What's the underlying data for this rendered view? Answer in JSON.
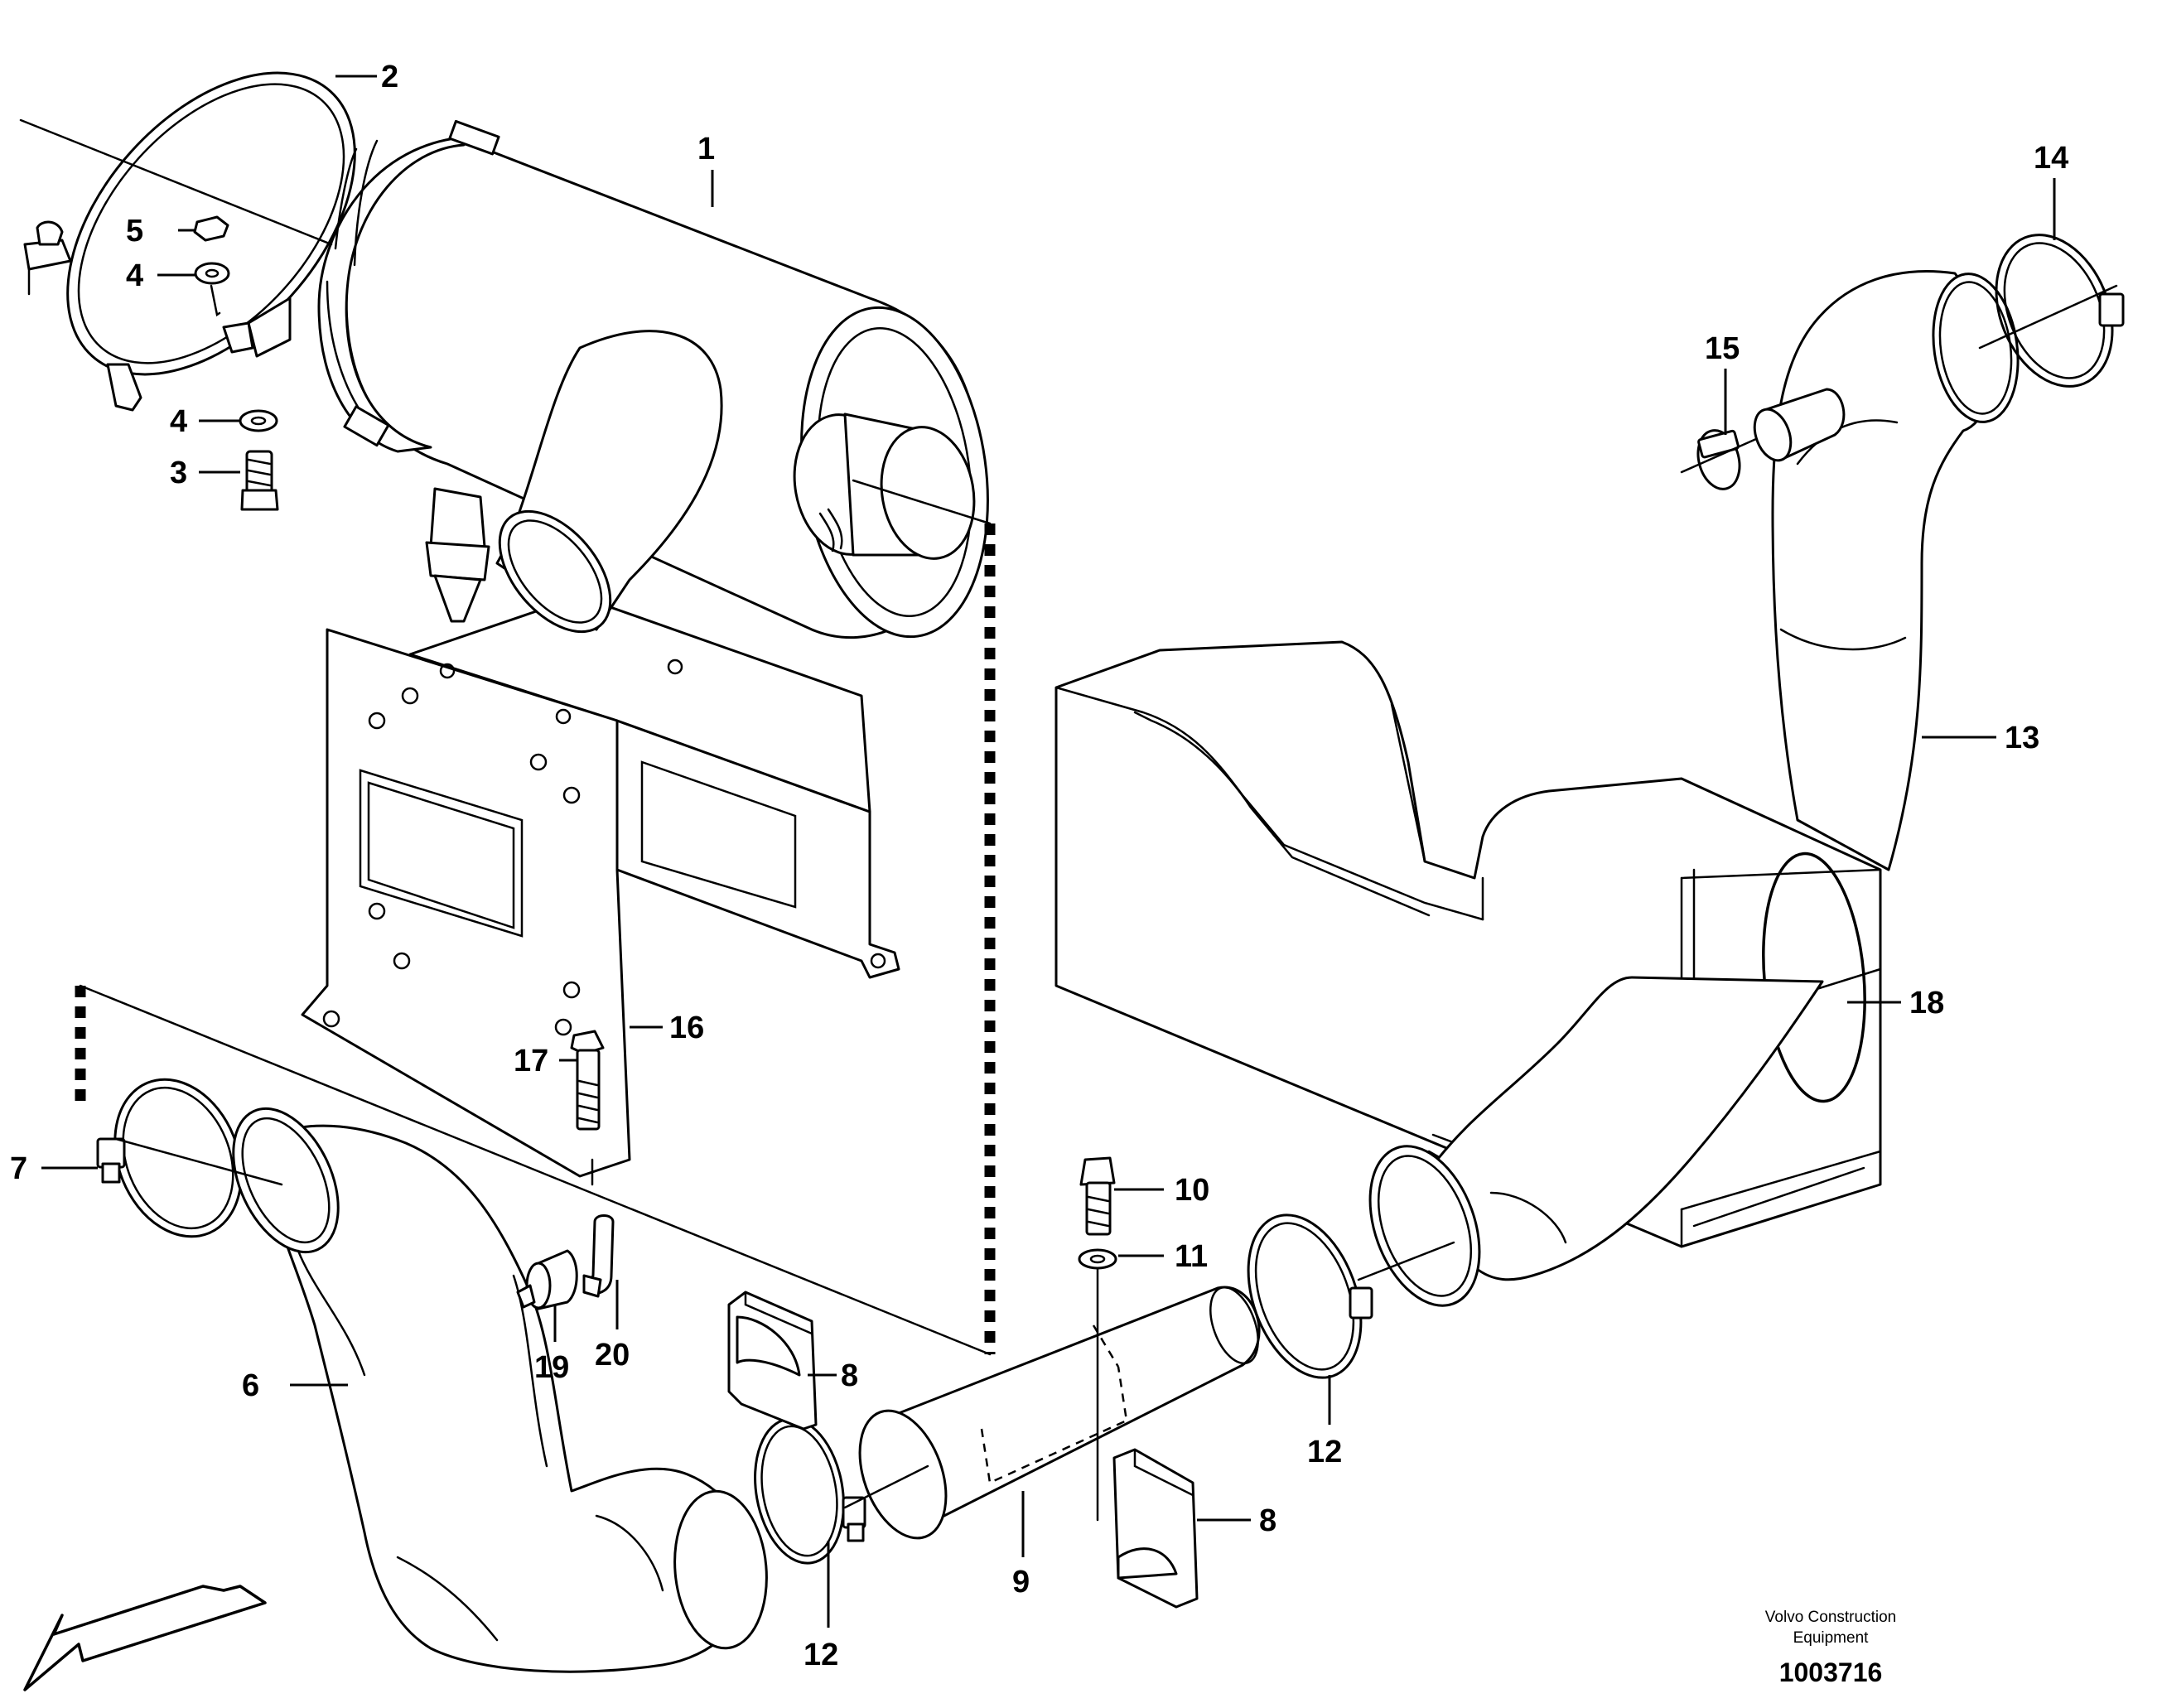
{
  "diagram": {
    "labels": {
      "p1": "1",
      "p2": "2",
      "p3": "3",
      "p4a": "4",
      "p4b": "4",
      "p5": "5",
      "p6": "6",
      "p7": "7",
      "p8a": "8",
      "p8b": "8",
      "p9": "9",
      "p10": "10",
      "p11": "11",
      "p12a": "12",
      "p12b": "12",
      "p13": "13",
      "p14": "14",
      "p15": "15",
      "p16": "16",
      "p17": "17",
      "p18": "18",
      "p19": "19",
      "p20": "20"
    },
    "credit_line1": "Volvo Construction",
    "credit_line2": "Equipment",
    "drawing_number": "1003716"
  }
}
